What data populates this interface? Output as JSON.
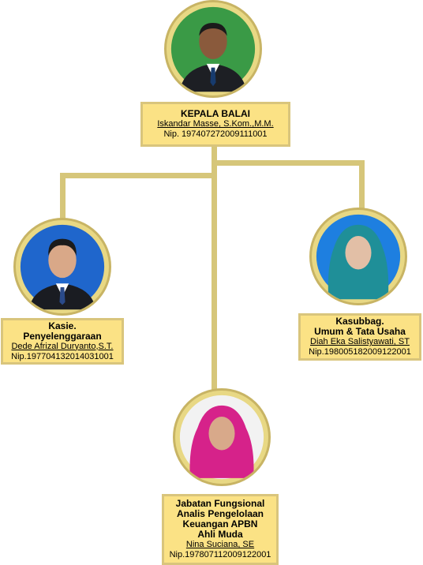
{
  "head": {
    "title": "KEPALA BALAI",
    "name": "Iskandar Masse, S.Kom.,M.M.",
    "nip": "Nip. 197407272009111001",
    "photo_bg": "#3a9a46"
  },
  "left": {
    "title_line1": "Kasie.",
    "title_line2": "Penyelenggaraan",
    "name": "Dede Afrizal Duryanto,S.T.",
    "nip": "Nip.197704132014031001",
    "photo_bg": "#1f66cc"
  },
  "right": {
    "title_line1": "Kasubbag.",
    "title_line2": "Umum & Tata Usaha",
    "name": "Diah Eka Salistyawati, ST",
    "nip": "Nip.198005182009122001",
    "photo_bg": "#1e7fe0"
  },
  "bottom": {
    "title_line1": "Jabatan Fungsional",
    "title_line2": "Analis Pengelolaan",
    "title_line3": "Keuangan APBN",
    "title_line4": "Ahli Muda",
    "name": "Nina Suciana, SE",
    "nip": "Nip.197807112009122001",
    "photo_bg": "#f2f2f2"
  },
  "colors": {
    "card_fill": "#fbe285",
    "card_border": "#d9c57c",
    "connector": "#d6c67a"
  }
}
